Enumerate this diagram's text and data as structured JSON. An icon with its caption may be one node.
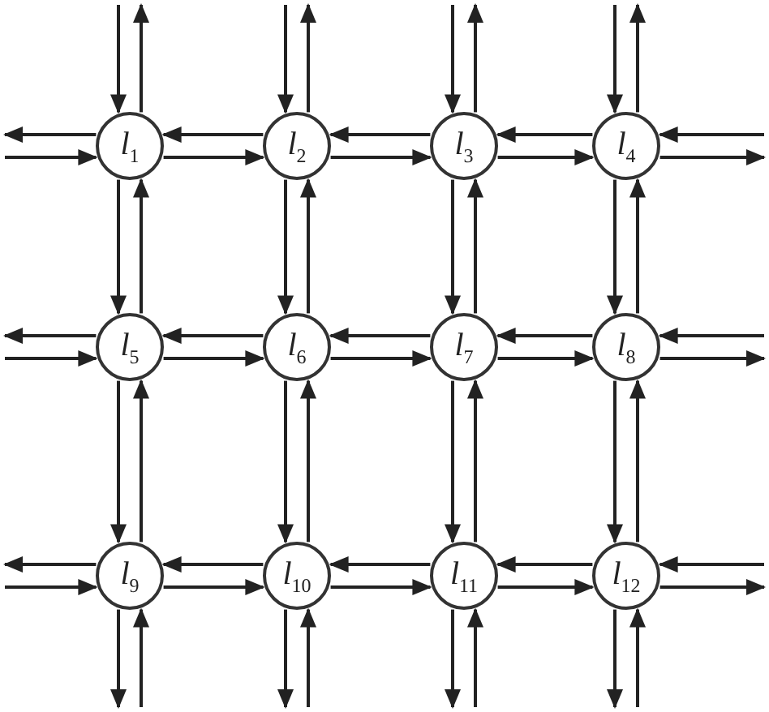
{
  "diagram": {
    "nodes": [
      {
        "text": [
          "*l*$_{1}$"
        ]
      },
      {
        "text": [
          "*l*$_{2}$"
        ]
      },
      {
        "text": [
          "*l*$_{3}$"
        ]
      },
      {
        "text": [
          "*l*$_{4}$"
        ]
      },
      {
        "text": [
          "*l*$_{5}$"
        ]
      },
      {
        "text": [
          "*l*$_{6}$"
        ]
      },
      {
        "text": [
          "*l*$_{7}$"
        ]
      },
      {
        "text": [
          "*l*$_{8}$"
        ]
      },
      {
        "text": [
          "*l*$_{9}$"
        ]
      },
      {
        "text": [
          "*l*$_{10}$"
        ]
      },
      {
        "text": [
          "*l*$_{11}$"
        ]
      },
      {
        "text": [
          "*l*$_{12}$"
        ]
      }
    ],
    "edges": [
      {
        "from": 0,
        "to": null,
        "arrow": "to"
      },
      {
        "from": null,
        "to": 0,
        "arrow": "to"
      },
      {
        "from": 1,
        "to": 0,
        "arrow": "to"
      },
      {
        "from": 0,
        "to": 1,
        "arrow": "to"
      },
      {
        "from": 2,
        "to": 1,
        "arrow": "to"
      },
      {
        "from": 1,
        "to": 2,
        "arrow": "to"
      },
      {
        "from": 3,
        "to": 2,
        "arrow": "to"
      },
      {
        "from": 2,
        "to": 3,
        "arrow": "to"
      },
      {
        "from": null,
        "to": 3,
        "arrow": "to"
      },
      {
        "from": 3,
        "to": null,
        "arrow": "to"
      },
      {
        "from": 4,
        "to": null,
        "arrow": "to"
      },
      {
        "from": null,
        "to": 4,
        "arrow": "to"
      },
      {
        "from": 5,
        "to": 4,
        "arrow": "to"
      },
      {
        "from": 4,
        "to": 5,
        "arrow": "to"
      },
      {
        "from": 6,
        "to": 5,
        "arrow": "to"
      },
      {
        "from": 5,
        "to": 6,
        "arrow": "to"
      },
      {
        "from": 7,
        "to": 6,
        "arrow": "to"
      },
      {
        "from": 6,
        "to": 7,
        "arrow": "to"
      },
      {
        "from": null,
        "to": 7,
        "arrow": "to"
      },
      {
        "from": 7,
        "to": null,
        "arrow": "to"
      },
      {
        "from": 8,
        "to": null,
        "arrow": "to"
      },
      {
        "from": null,
        "to": 8,
        "arrow": "to"
      },
      {
        "from": 9,
        "to": 8,
        "arrow": "to"
      },
      {
        "from": 8,
        "to": 9,
        "arrow": "to"
      },
      {
        "from": 10,
        "to": 9,
        "arrow": "to"
      },
      {
        "from": 9,
        "to": 10,
        "arrow": "to"
      },
      {
        "from": 11,
        "to": 10,
        "arrow": "to"
      },
      {
        "from": 10,
        "to": 11,
        "arrow": "to"
      },
      {
        "from": null,
        "to": 11,
        "arrow": "to"
      },
      {
        "from": 11,
        "to": null,
        "arrow": "to"
      },
      {
        "from": null,
        "to": 0,
        "arrow": "to"
      },
      {
        "from": 0,
        "to": null,
        "arrow": "to"
      },
      {
        "from": 0,
        "to": 4,
        "arrow": "to"
      },
      {
        "from": 4,
        "to": 0,
        "arrow": "to"
      },
      {
        "from": 4,
        "to": 8,
        "arrow": "to"
      },
      {
        "from": 8,
        "to": 4,
        "arrow": "to"
      },
      {
        "from": 8,
        "to": null,
        "arrow": "to"
      },
      {
        "from": null,
        "to": 8,
        "arrow": "to"
      },
      {
        "from": null,
        "to": 1,
        "arrow": "to"
      },
      {
        "from": 1,
        "to": null,
        "arrow": "to"
      },
      {
        "from": 1,
        "to": 5,
        "arrow": "to"
      },
      {
        "from": 5,
        "to": 1,
        "arrow": "to"
      },
      {
        "from": 5,
        "to": 9,
        "arrow": "to"
      },
      {
        "from": 9,
        "to": 5,
        "arrow": "to"
      },
      {
        "from": 9,
        "to": null,
        "arrow": "to"
      },
      {
        "from": null,
        "to": 9,
        "arrow": "to"
      },
      {
        "from": null,
        "to": 2,
        "arrow": "to"
      },
      {
        "from": 2,
        "to": null,
        "arrow": "to"
      },
      {
        "from": 2,
        "to": 6,
        "arrow": "to"
      },
      {
        "from": 6,
        "to": 2,
        "arrow": "to"
      },
      {
        "from": 6,
        "to": 10,
        "arrow": "to"
      },
      {
        "from": 10,
        "to": 6,
        "arrow": "to"
      },
      {
        "from": 10,
        "to": null,
        "arrow": "to"
      },
      {
        "from": null,
        "to": 10,
        "arrow": "to"
      },
      {
        "from": null,
        "to": 3,
        "arrow": "to"
      },
      {
        "from": 3,
        "to": null,
        "arrow": "to"
      },
      {
        "from": 3,
        "to": 7,
        "arrow": "to"
      },
      {
        "from": 7,
        "to": 3,
        "arrow": "to"
      },
      {
        "from": 7,
        "to": 11,
        "arrow": "to"
      },
      {
        "from": 11,
        "to": 7,
        "arrow": "to"
      },
      {
        "from": 11,
        "to": null,
        "arrow": "to"
      },
      {
        "from": null,
        "to": 11,
        "arrow": "to"
      }
    ]
  }
}
